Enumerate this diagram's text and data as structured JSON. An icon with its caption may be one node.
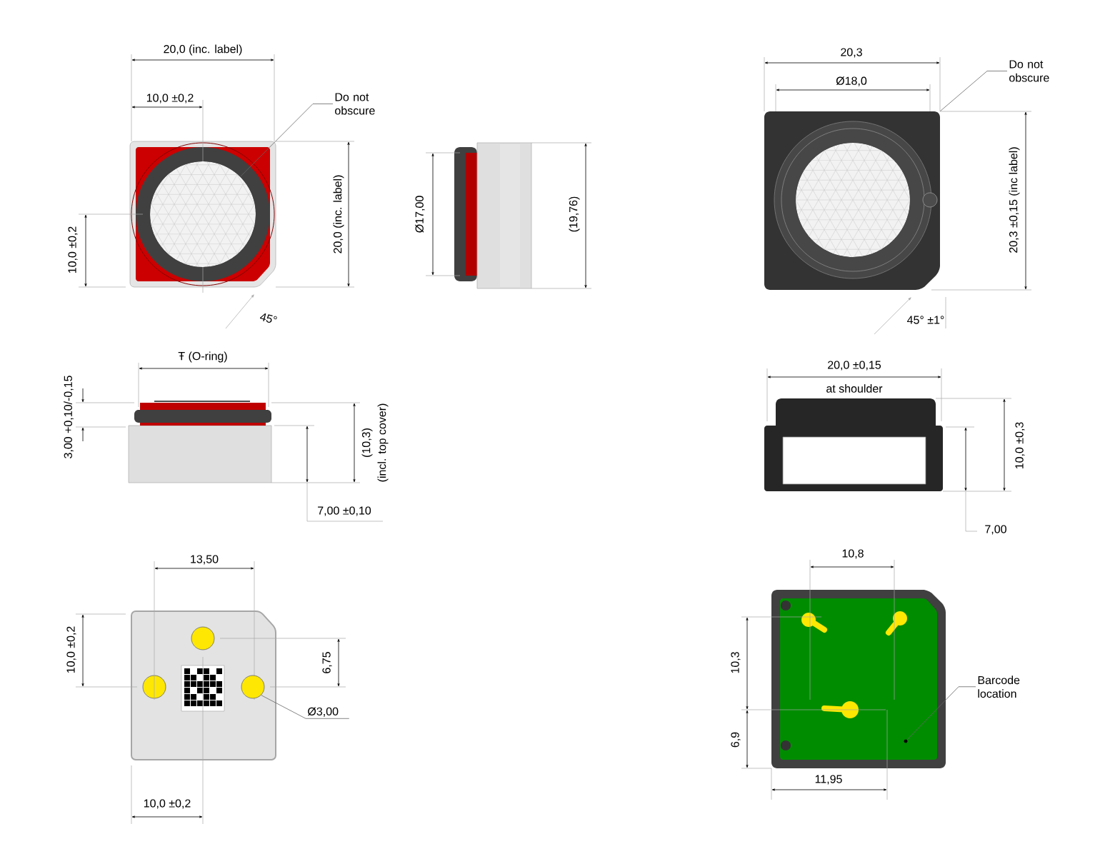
{
  "diagram": {
    "nodes": [
      {
        "text": [
          "Do not obscure"
        ]
      },
      {
        "text": [
          "Do not obscure"
        ]
      },
      {
        "text": [
          "Ø3,00"
        ]
      },
      {
        "text": [
          "Barcode location"
        ]
      },
      {
        "text": [],
        "shape": "circle"
      },
      {
        "text": [],
        "shape": "box"
      },
      {
        "text": [],
        "shape": "circle"
      },
      {
        "text": [],
        "shape": "circle"
      }
    ],
    "edges": [
      {
        "from": 0,
        "to": 4,
        "arrow": "none"
      },
      {
        "from": 1,
        "to": 5,
        "arrow": "none"
      },
      {
        "from": 2,
        "to": 6,
        "arrow": "none"
      },
      {
        "from": 3,
        "to": 7,
        "arrow": "none"
      }
    ],
    "labels": [
      "20,0 (inc. label)",
      "10,0 ±0,2",
      "10,0 ±0,2",
      "20,0 (inc. label)",
      "45°",
      "Ø17,00",
      "(19,76)",
      "20,3",
      "Ø18,0",
      "20,3 ±0,15 (inc label)",
      "45° ±1°",
      "Ŧ (O-ring)",
      "3,00 +0,10/-0,15",
      "(10,3)",
      "(incl. top cover)",
      "7,00 ±0,10",
      "20,0 ±0,15",
      "at shoulder",
      "10,0 ±0,3",
      "7,00",
      "13,50",
      "10,0 ±0,2",
      "6,75",
      "10,0 ±0,2",
      "10,8",
      "10,3",
      "6,9",
      "11,95"
    ]
  }
}
